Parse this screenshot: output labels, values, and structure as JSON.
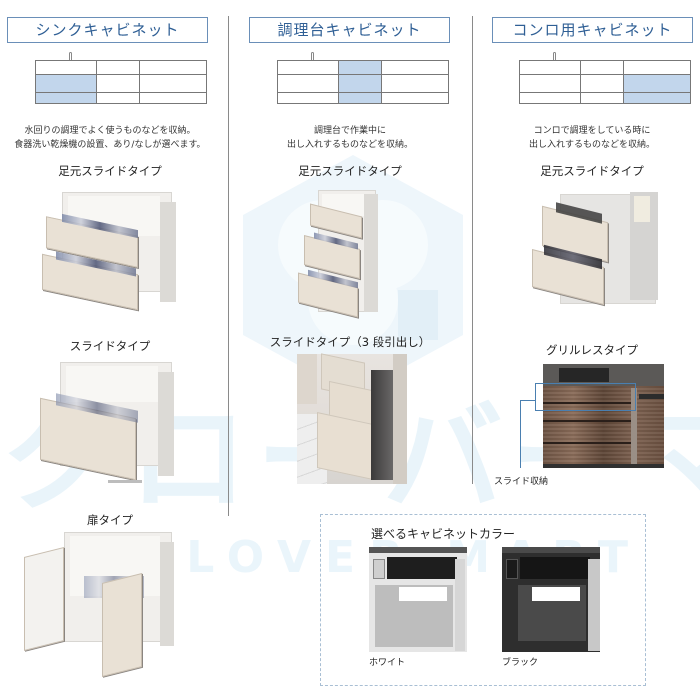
{
  "watermark": {
    "kana": "クローバーマート",
    "en": "CLOVER MART"
  },
  "columns": [
    {
      "title": "シンクキャビネット",
      "plan_highlight": "sink",
      "description": [
        "水回りの調理でよく使うものなどを収納。",
        "食器洗い乾燥機の設置、あり/なしが選べます。"
      ],
      "types": [
        {
          "label": "足元スライドタイプ",
          "image": "cabinet-2-drawer-wide"
        },
        {
          "label": "スライドタイプ",
          "image": "cabinet-slide-wide"
        },
        {
          "label": "扉タイプ",
          "image": "cabinet-door-wide"
        }
      ]
    },
    {
      "title": "調理台キャビネット",
      "plan_highlight": "counter",
      "description": [
        "調理台で作業中に",
        "出し入れするものなどを収納。"
      ],
      "types": [
        {
          "label": "足元スライドタイプ",
          "image": "cabinet-3-drawer-narrow"
        },
        {
          "label": "スライドタイプ（3 段引出し）",
          "image": "photo-3-drawer-kitchen"
        }
      ]
    },
    {
      "title": "コンロ用キャビネット",
      "plan_highlight": "stove",
      "description": [
        "コンロで調理をしている時に",
        "出し入れするものなどを収納。"
      ],
      "types": [
        {
          "label": "足元スライドタイプ",
          "image": "cabinet-stove-drawer"
        },
        {
          "label": "グリルレスタイプ",
          "image": "photo-grillless-wood",
          "callout": "スライド収納"
        }
      ]
    }
  ],
  "cabinet_colors": {
    "title": "選べるキャビネットカラー",
    "options": [
      {
        "label": "ホワイト",
        "color": "#e8e8e8"
      },
      {
        "label": "ブラック",
        "color": "#2e2e2e"
      }
    ]
  },
  "colors": {
    "title_text": "#2f5f95",
    "title_border": "#6a8fb8",
    "plan_highlight": "#c2d6ec",
    "callout_line": "#4a7fb0"
  }
}
